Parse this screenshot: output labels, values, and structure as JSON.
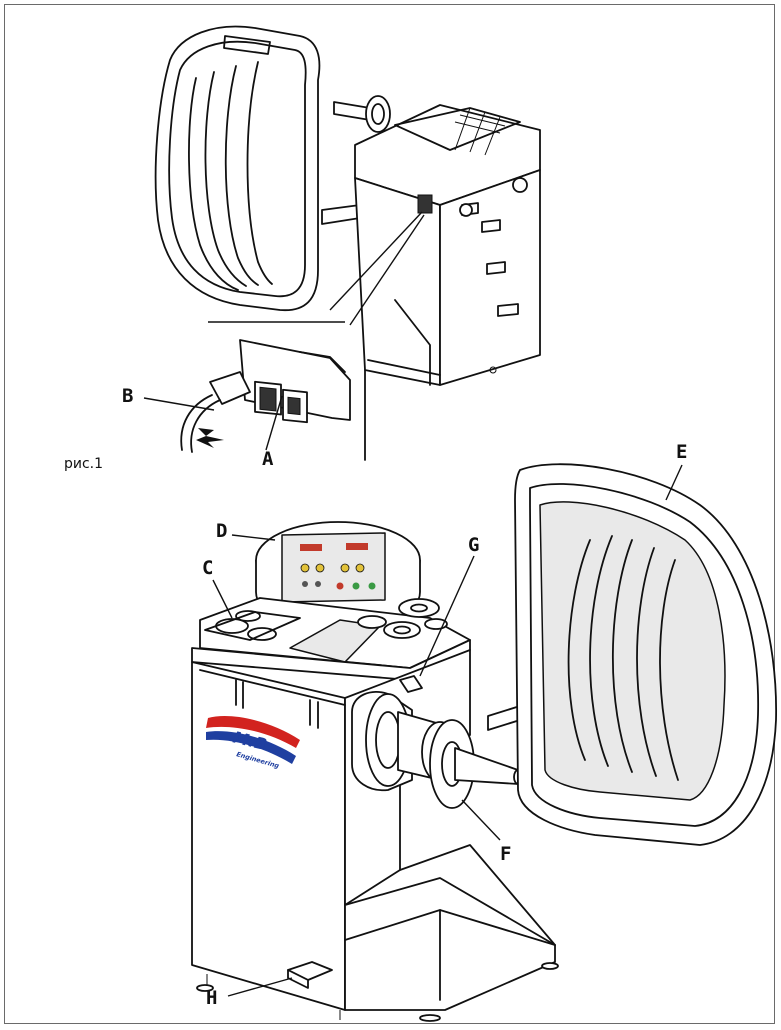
{
  "figure": {
    "caption": "рис.1",
    "labels": {
      "A": "A",
      "B": "B",
      "C": "C",
      "D": "D",
      "E": "E",
      "F": "F",
      "G": "G",
      "H": "H"
    }
  },
  "logo": {
    "brand": "M.B",
    "subtitle": "Engineering"
  },
  "colors": {
    "frame": "#6a6a6a",
    "line": "#111111",
    "logo": "#1f3fa0",
    "logo_accent": "#d2231f"
  }
}
